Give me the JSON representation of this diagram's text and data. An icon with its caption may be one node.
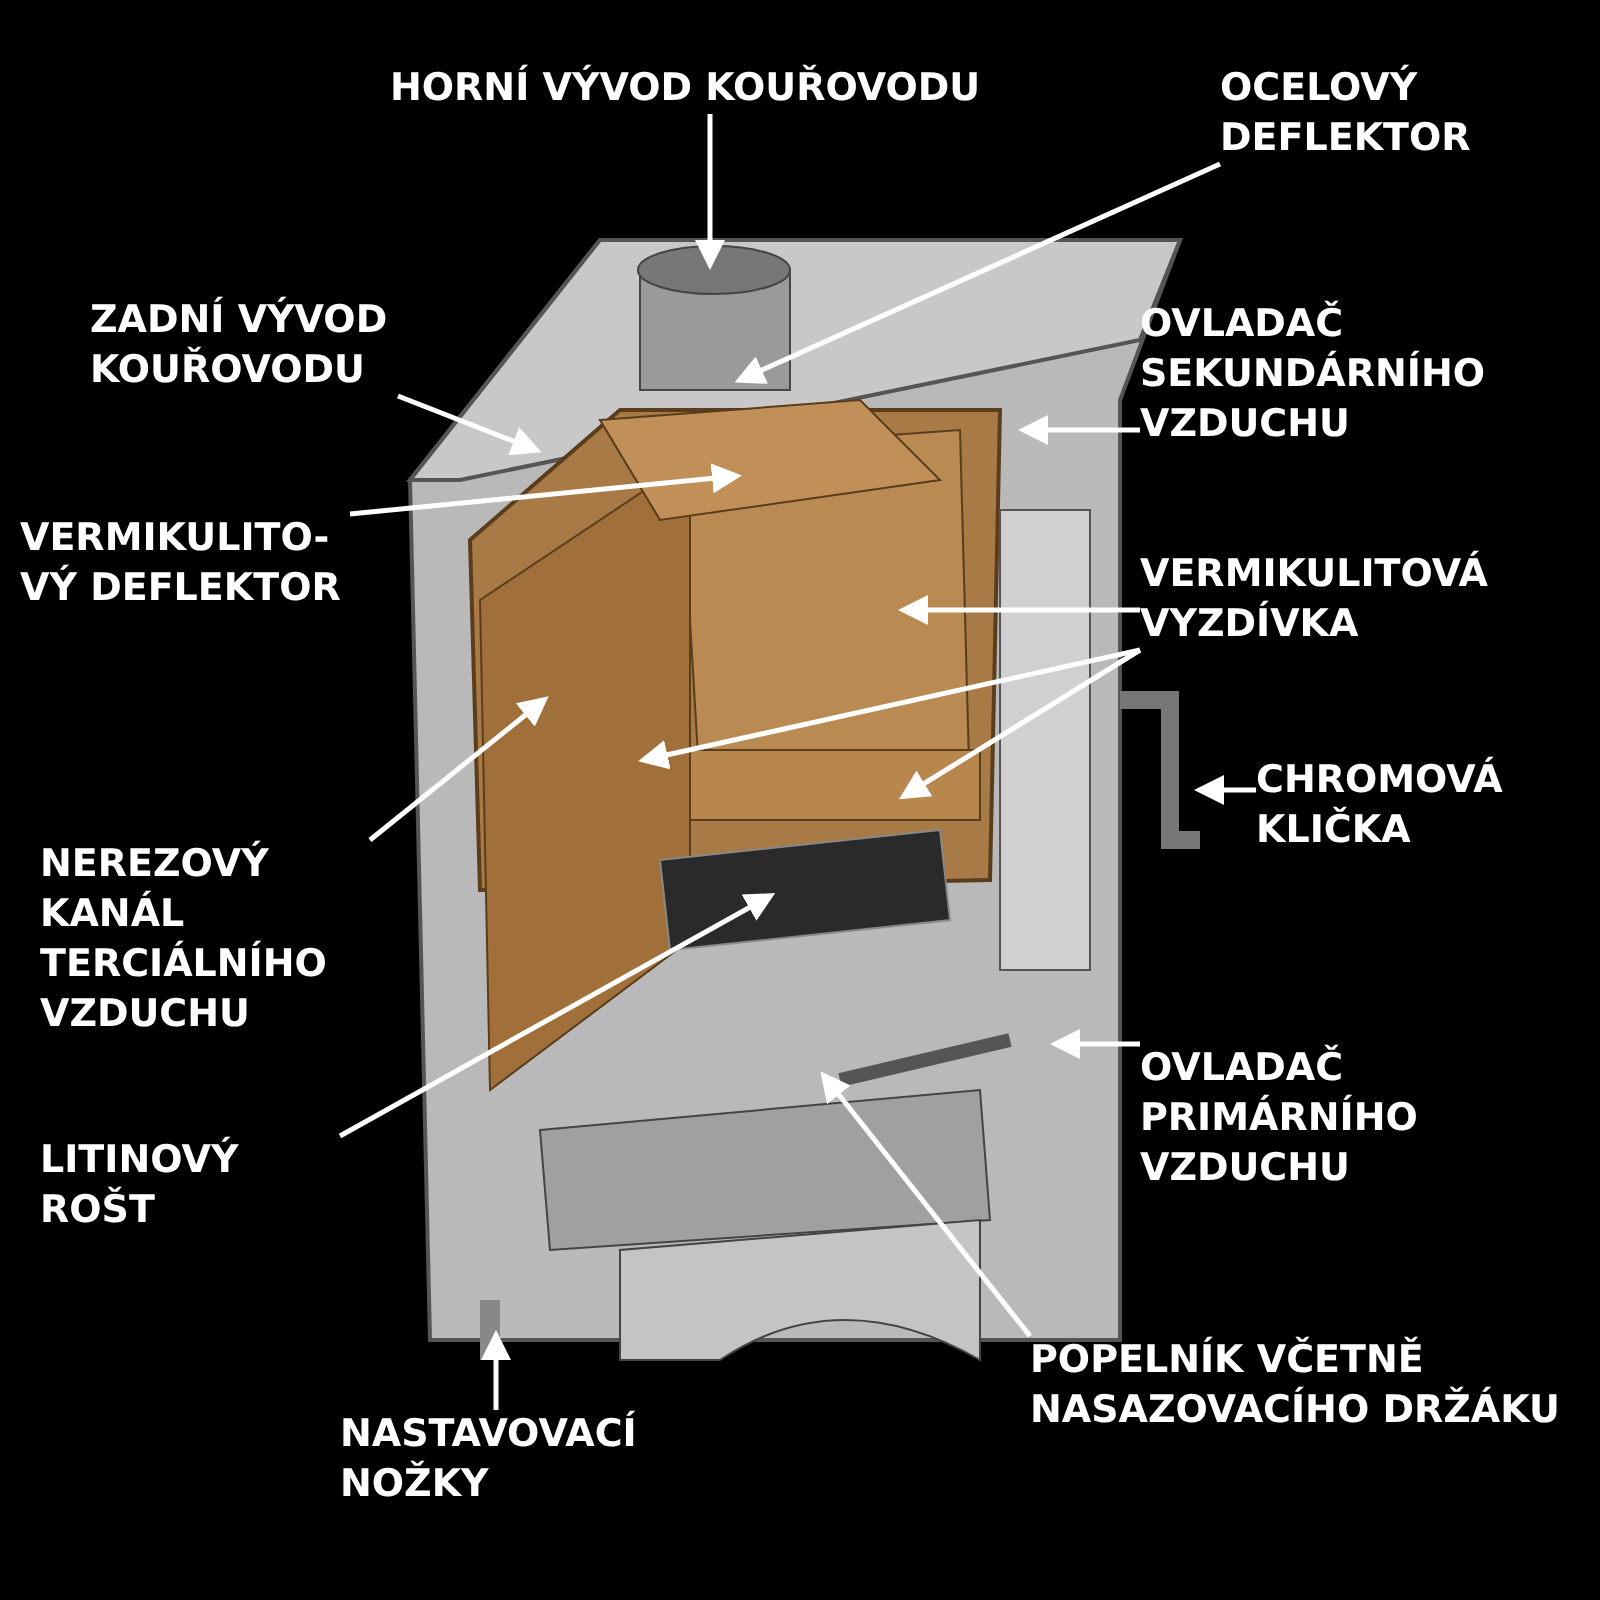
{
  "diagram": {
    "nodes": [
      {
        "text": [
          "HORNÍ VÝVOD KOUŘOVODU"
        ]
      },
      {
        "text": [
          "OCELOVÝ DEFLEKTOR"
        ]
      },
      {
        "text": [
          "ZADNÍ VÝVOD KOUŘOVODU"
        ]
      },
      {
        "text": [
          "OVLADAČ SEKUNDÁRNÍHO VZDUCHU"
        ]
      },
      {
        "text": [
          "VERMIKULITO-VÝ DEFLEKTOR"
        ]
      },
      {
        "text": [
          "VERMIKULITOVÁ VYZDÍVKA"
        ]
      },
      {
        "text": [
          "CHROMOVÁ KLIČKA"
        ]
      },
      {
        "text": [
          "NEREZOVÝ KANÁL TERCIÁLNÍHO VZDUCHU"
        ]
      },
      {
        "text": [
          "OVLADAČ PRIMÁRNÍHO VZDUCHU"
        ]
      },
      {
        "text": [
          "LITINOVÝ ROŠT"
        ]
      },
      {
        "text": [
          "POPELNÍK VČETNĚ NASAZOVACÍHO DRŽÁKU"
        ]
      },
      {
        "text": [
          "NASTAVOVACÍ NOŽKY"
        ]
      }
    ],
    "edges": [
      {
        "from": 0,
        "to": null,
        "arrow": "to"
      },
      {
        "from": 1,
        "to": null,
        "arrow": "to"
      },
      {
        "from": 2,
        "to": null,
        "arrow": "to"
      },
      {
        "from": 3,
        "to": null,
        "arrow": "to"
      },
      {
        "from": 4,
        "to": null,
        "arrow": "to"
      },
      {
        "from": 5,
        "to": null,
        "arrow": "to"
      },
      {
        "from": 5,
        "to": null,
        "arrow": "to"
      },
      {
        "from": 5,
        "to": null,
        "arrow": "to"
      },
      {
        "from": 6,
        "to": null,
        "arrow": "to"
      },
      {
        "from": 7,
        "to": null,
        "arrow": "to"
      },
      {
        "from": 8,
        "to": null,
        "arrow": "to"
      },
      {
        "from": 9,
        "to": null,
        "arrow": "to"
      },
      {
        "from": 10,
        "to": null,
        "arrow": "to"
      },
      {
        "from": 11,
        "to": null,
        "arrow": "to"
      }
    ]
  }
}
